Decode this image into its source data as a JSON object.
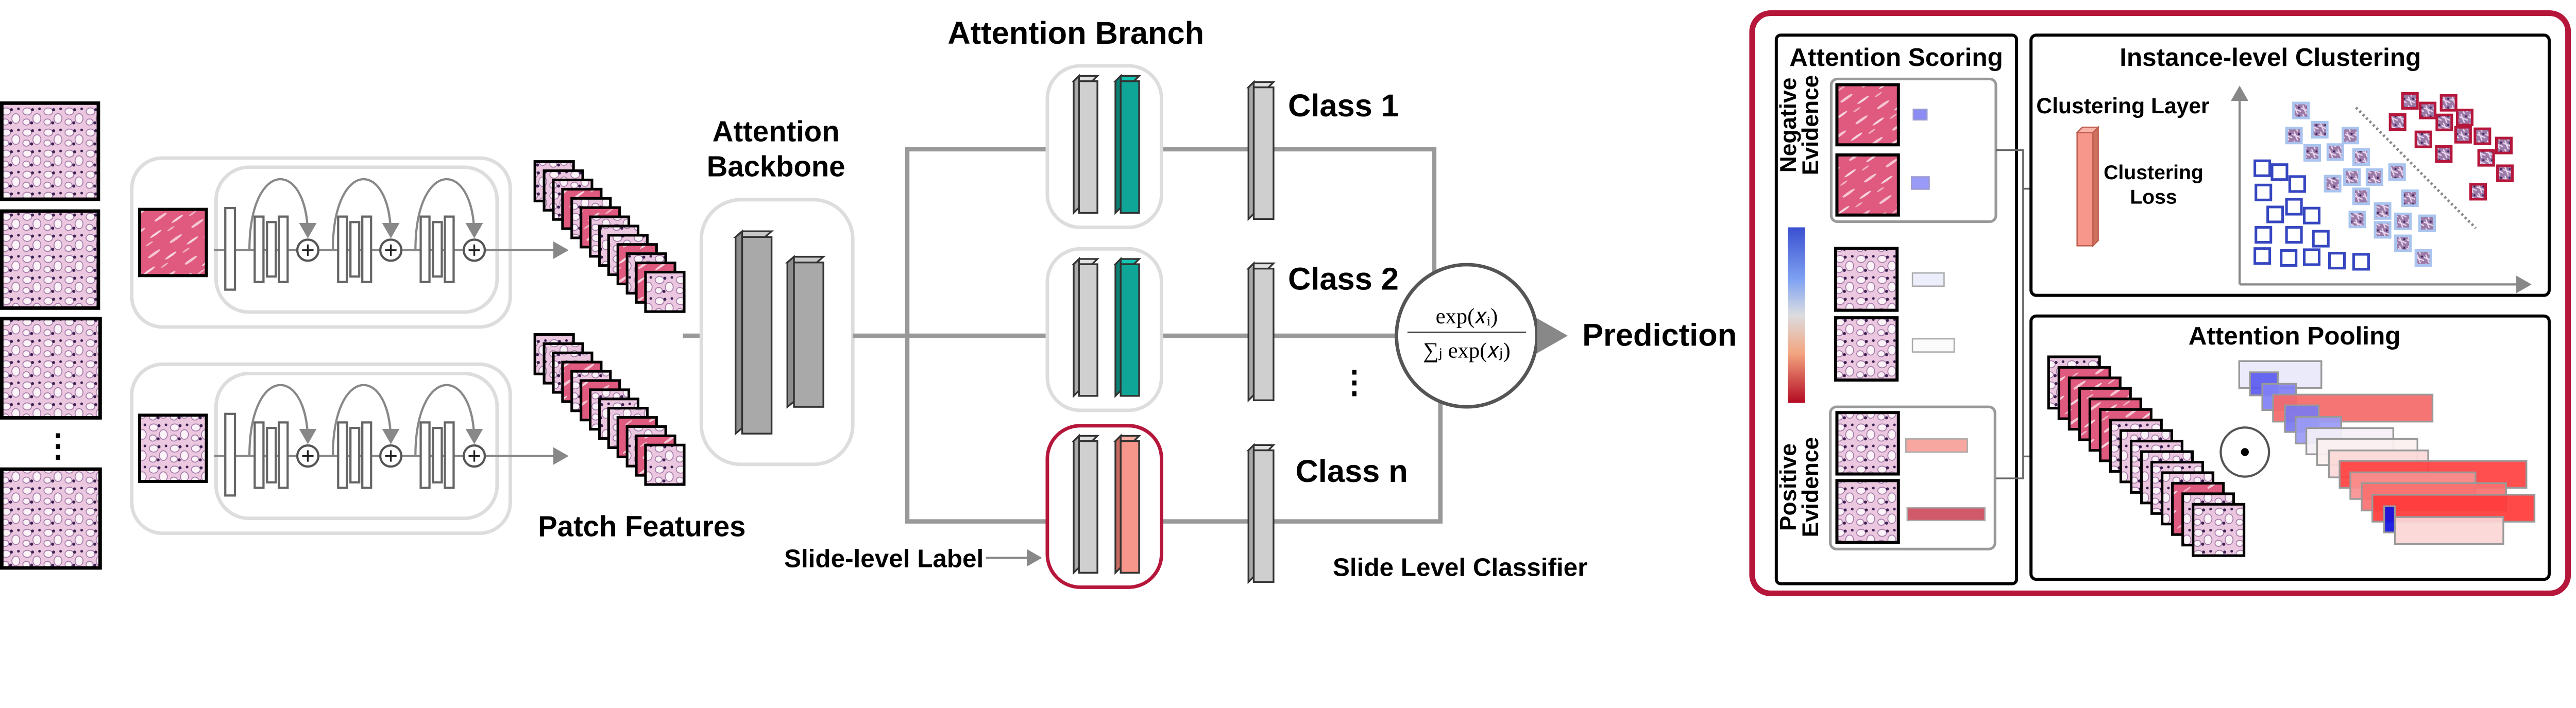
{
  "left": {
    "backbone_title_line1": "Attention",
    "backbone_title_line2": "Backbone",
    "patch_features_label": "Patch Features",
    "ellipsis": "⋮"
  },
  "branch": {
    "title": "Attention Branch",
    "classes": [
      "Class 1",
      "Class 2",
      "Class n"
    ],
    "ellipsis": "⋮",
    "slide_level_label": "Slide-level Label",
    "classifier_label": "Slide Level Classifier",
    "softmax_numerator": "exp(𝑥ᵢ)",
    "softmax_denominator": "∑ⱼ exp(𝑥ⱼ)",
    "prediction_label": "Prediction"
  },
  "colors": {
    "accent_red": "#b5163a",
    "teal": "#0fa597",
    "salmon": "#f7968a",
    "gray_bar": "#cfcfcf",
    "backbone_gray": "#a9a9a9"
  },
  "panel": {
    "scoring": {
      "title": "Attention Scoring",
      "negative_line1": "Negative",
      "negative_line2": "Evidence",
      "positive_line1": "Positive",
      "positive_line2": "Evidence"
    },
    "clustering": {
      "title": "Instance-level Clustering",
      "layer_label": "Clustering Layer",
      "loss_line1": "Clustering",
      "loss_line2": "Loss"
    },
    "pooling": {
      "title": "Attention Pooling",
      "operator": "⊙"
    }
  }
}
